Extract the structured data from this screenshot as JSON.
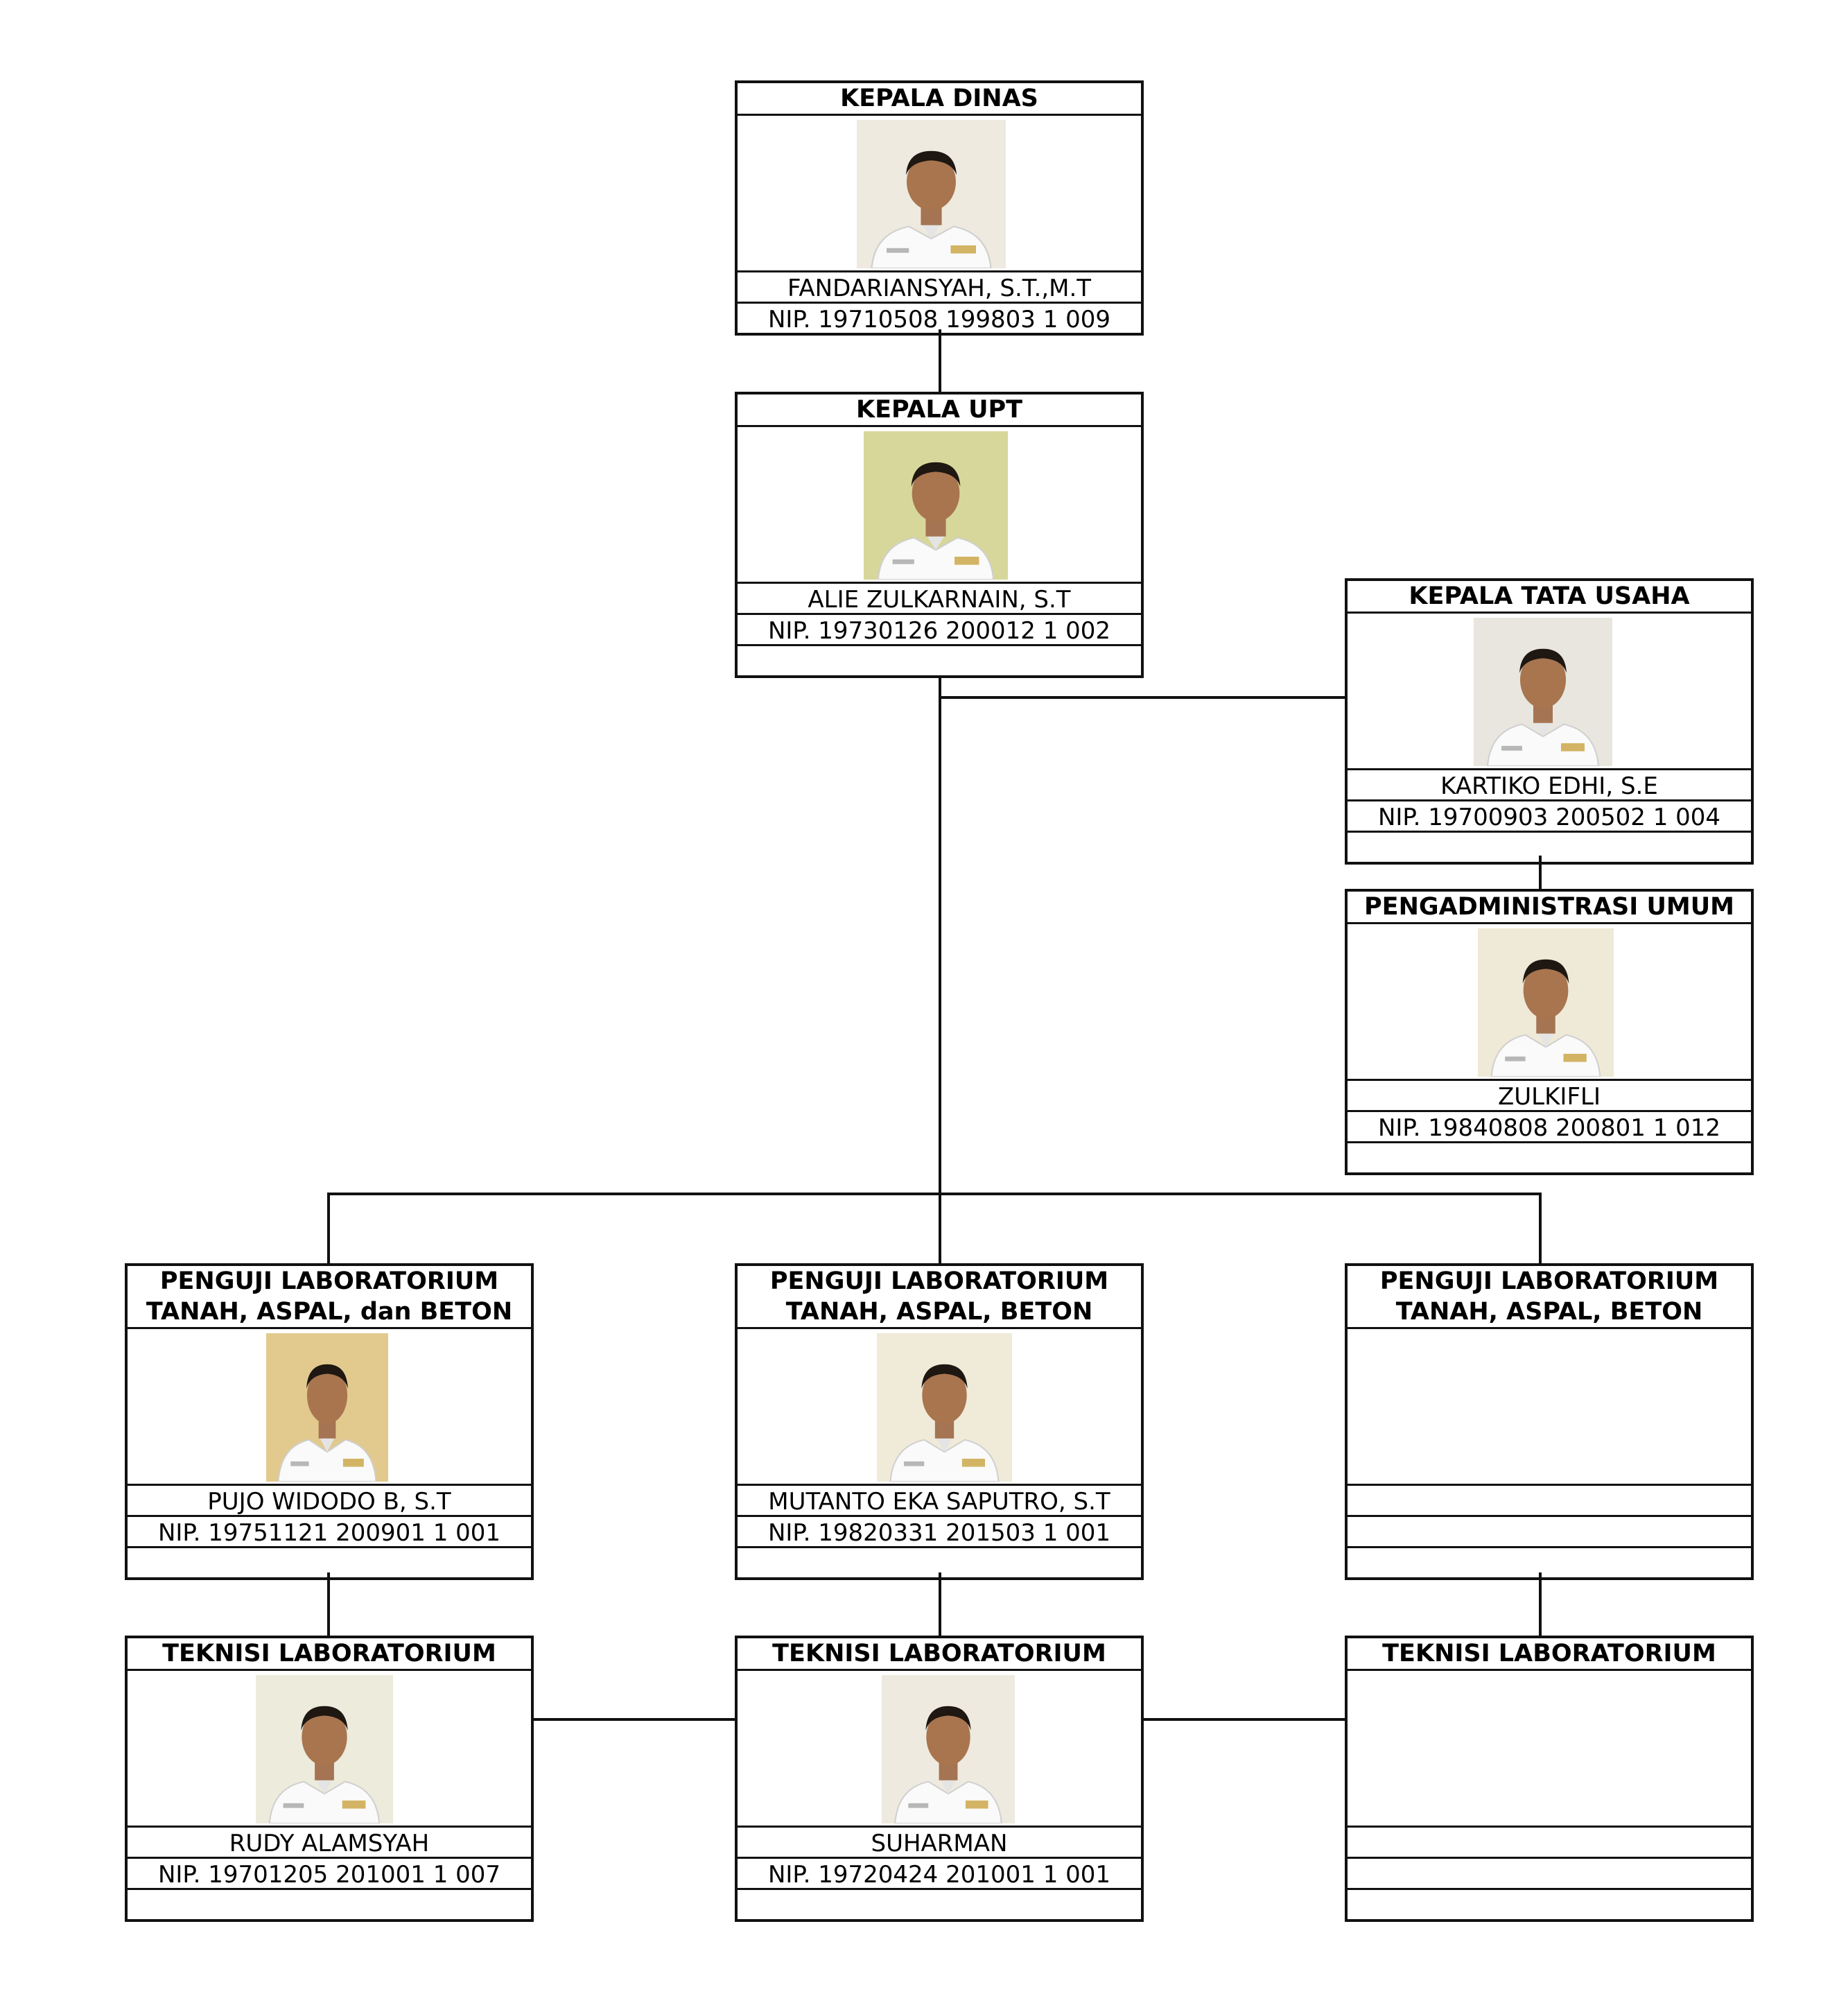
{
  "nodes": [
    {
      "id": "kepala-dinas",
      "title": [
        "KEPALA DINAS"
      ],
      "name": "FANDARIANSYAH, S.T.,M.T",
      "nip": "NIP. 19710508 199803 1 009",
      "has_photo": true,
      "bg": "#eeeadf"
    },
    {
      "id": "kepala-upt",
      "title": [
        "KEPALA UPT"
      ],
      "name": "ALIE ZULKARNAIN, S.T",
      "nip": "NIP. 19730126 200012 1 002",
      "has_photo": true,
      "bg": "#d8d79b"
    },
    {
      "id": "kepala-tata-usaha",
      "title": [
        "KEPALA TATA USAHA"
      ],
      "name": "KARTIKO EDHI, S.E",
      "nip": "NIP. 19700903 200502 1 004",
      "has_photo": true,
      "bg": "#e8e6de"
    },
    {
      "id": "pengadministrasi-umum",
      "title": [
        "PENGADMINISTRASI UMUM"
      ],
      "name": "ZULKIFLI",
      "nip": "NIP. 19840808 200801 1 012",
      "has_photo": true,
      "bg": "#efe9d7"
    },
    {
      "id": "penguji-1",
      "title": [
        "PENGUJI LABORATORIUM",
        "TANAH, ASPAL, dan BETON"
      ],
      "name": "PUJO WIDODO B, S.T",
      "nip": "NIP. 19751121 200901 1 001",
      "has_photo": true,
      "bg": "#e2c98e"
    },
    {
      "id": "penguji-2",
      "title": [
        "PENGUJI LABORATORIUM",
        "TANAH, ASPAL, BETON"
      ],
      "name": "MUTANTO EKA SAPUTRO, S.T",
      "nip": "NIP. 19820331 201503 1 001",
      "has_photo": true,
      "bg": "#f0ead9"
    },
    {
      "id": "penguji-3",
      "title": [
        "PENGUJI LABORATORIUM",
        "TANAH, ASPAL, BETON"
      ],
      "name": "",
      "nip": "",
      "has_photo": false,
      "bg": "#ffffff"
    },
    {
      "id": "teknisi-1",
      "title": [
        "TEKNISI LABORATORIUM"
      ],
      "name": "RUDY ALAMSYAH",
      "nip": "NIP. 19701205 201001 1 007",
      "has_photo": true,
      "bg": "#ecebdc"
    },
    {
      "id": "teknisi-2",
      "title": [
        "TEKNISI LABORATORIUM"
      ],
      "name": "SUHARMAN",
      "nip": "NIP. 19720424 201001 1 001",
      "has_photo": true,
      "bg": "#eeeadf"
    },
    {
      "id": "teknisi-3",
      "title": [
        "TEKNISI LABORATORIUM"
      ],
      "name": "",
      "nip": "",
      "has_photo": false,
      "bg": "#ffffff"
    }
  ]
}
